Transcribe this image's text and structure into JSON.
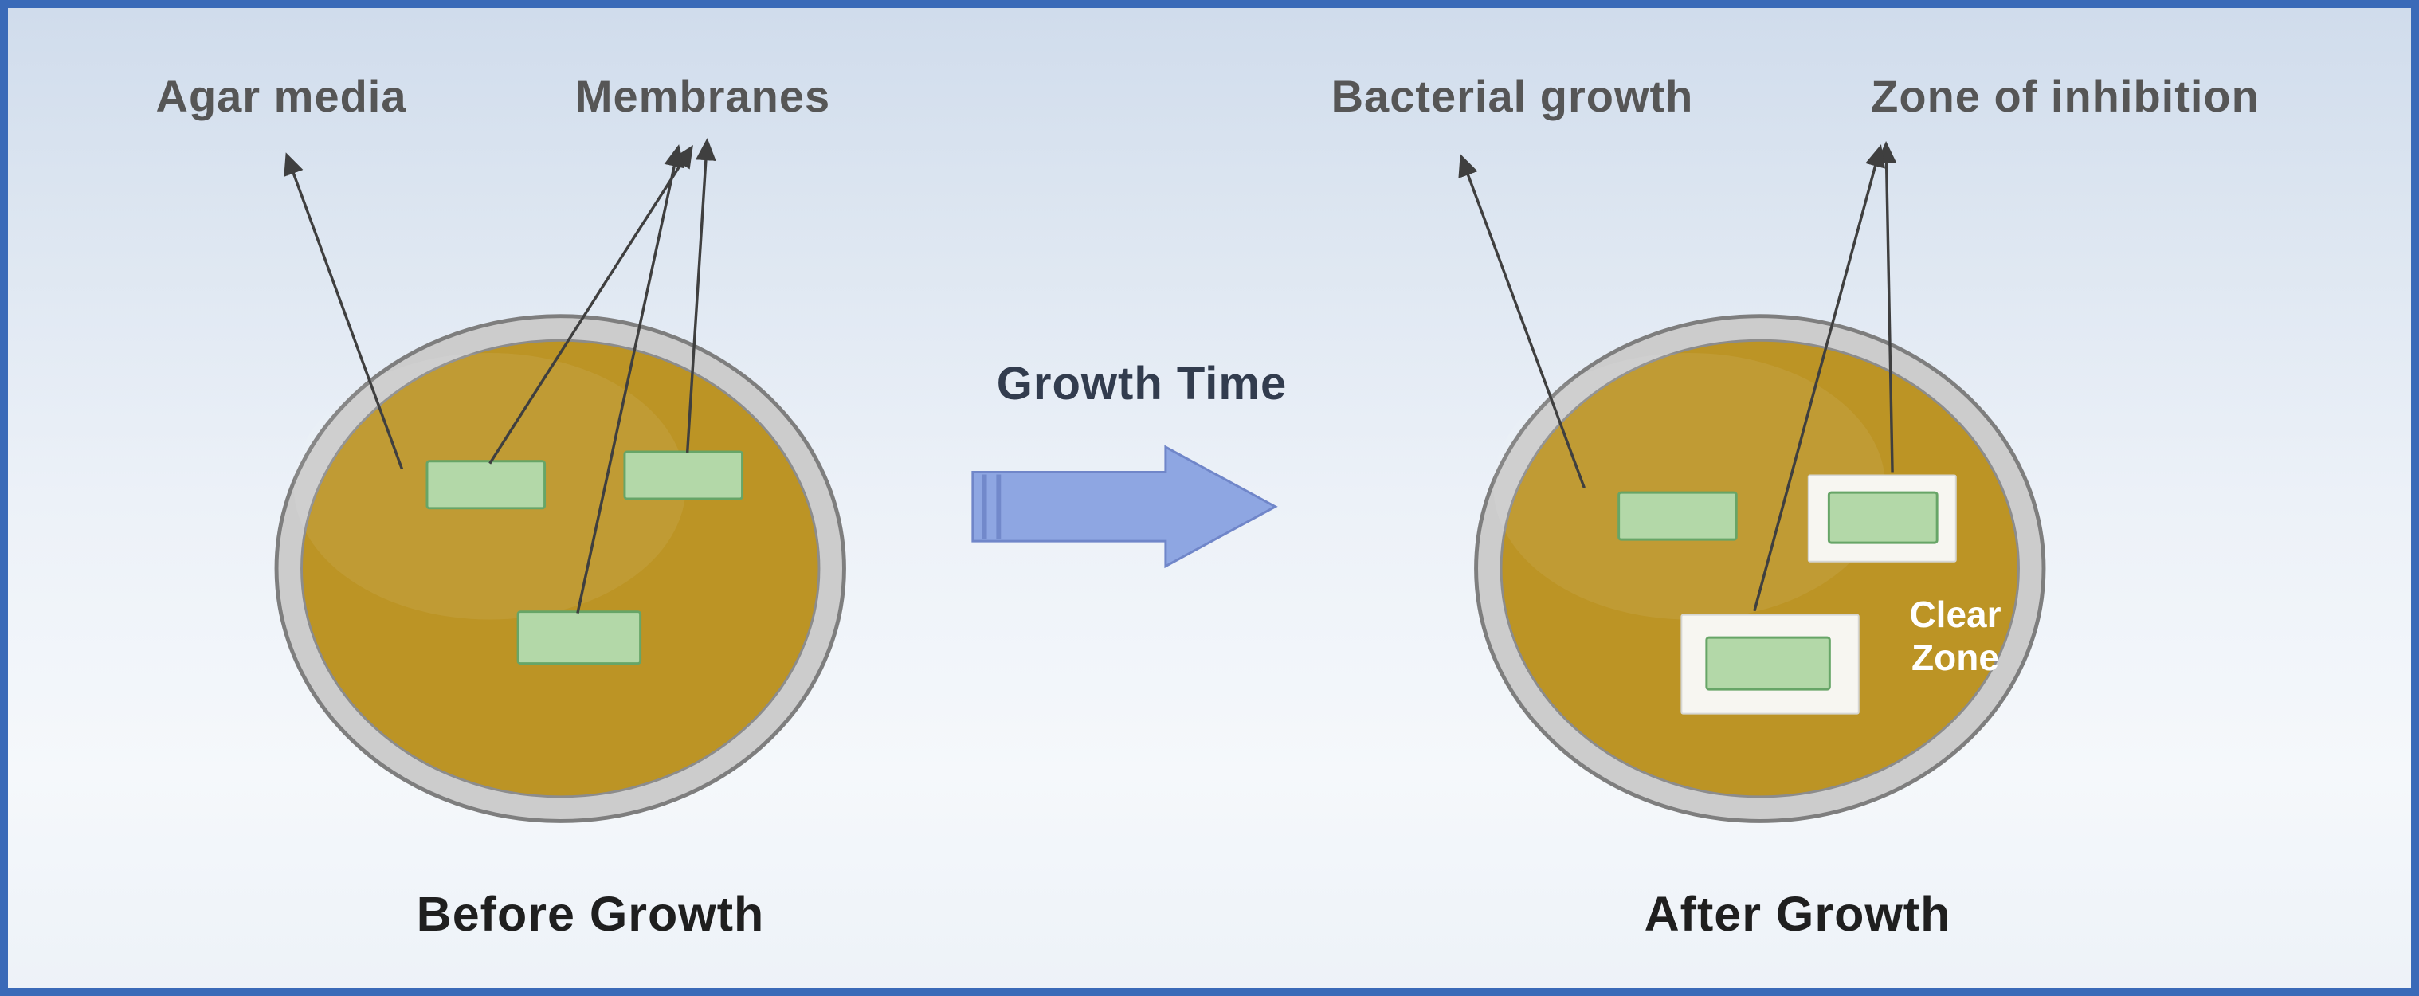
{
  "labels": {
    "agar_media": "Agar media",
    "membranes": "Membranes",
    "bacterial_growth": "Bacterial growth",
    "zone_of_inhibition": "Zone of inhibition",
    "growth_time": "Growth Time",
    "before_caption": "Before Growth",
    "after_caption": "After Growth",
    "clear_zone_line1": "Clear",
    "clear_zone_line2": "Zone"
  },
  "colors": {
    "agar": "#bc9425",
    "dish_rim": "#cccccc",
    "dish_rim_edge": "#7e7e7e",
    "membrane": "#b3d8a8",
    "clear_zone": "#f7f6f1",
    "annotation_arrow": "#3f3f3f",
    "growth_arrow_fill": "#8ea6e2",
    "growth_arrow_edge": "#7086c9",
    "frame_border": "#3a6ab8"
  }
}
